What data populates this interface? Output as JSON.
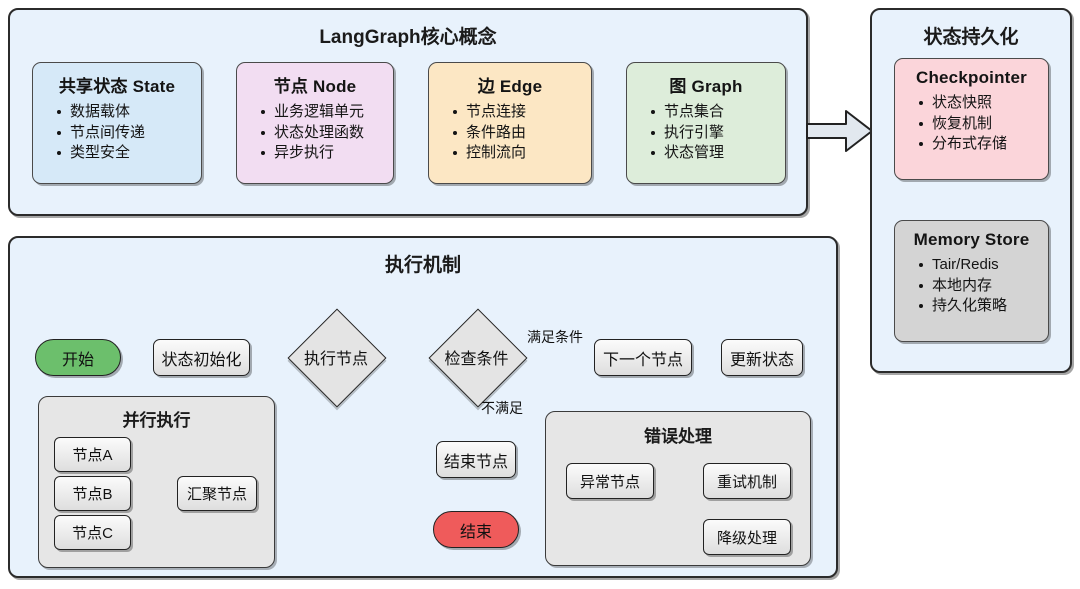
{
  "core_panel": {
    "title": "LangGraph核心概念",
    "cards": [
      {
        "title": "共享状态 State",
        "items": [
          "数据载体",
          "节点间传递",
          "类型安全"
        ]
      },
      {
        "title": "节点 Node",
        "items": [
          "业务逻辑单元",
          "状态处理函数",
          "异步执行"
        ]
      },
      {
        "title": "边 Edge",
        "items": [
          "节点连接",
          "条件路由",
          "控制流向"
        ]
      },
      {
        "title": "图 Graph",
        "items": [
          "节点集合",
          "执行引擎",
          "状态管理"
        ]
      }
    ]
  },
  "persistence_panel": {
    "title": "状态持久化",
    "cards": [
      {
        "title": "Checkpointer",
        "items": [
          "状态快照",
          "恢复机制",
          "分布式存储"
        ]
      },
      {
        "title": "Memory Store",
        "items": [
          "Tair/Redis",
          "本地内存",
          "持久化策略"
        ]
      }
    ]
  },
  "execution_panel": {
    "title": "执行机制",
    "nodes": {
      "start": "开始",
      "init": "状态初始化",
      "exec_node": "执行节点",
      "check_cond": "检查条件",
      "next_node": "下一个节点",
      "update_state": "更新状态",
      "end_node": "结束节点",
      "end": "结束"
    },
    "edge_labels": {
      "satisfied": "满足条件",
      "unsatisfied": "不满足"
    },
    "parallel": {
      "title": "并行执行",
      "branches": [
        "节点A",
        "节点B",
        "节点C"
      ],
      "join": "汇聚节点"
    },
    "error": {
      "title": "错误处理",
      "nodes": [
        "异常节点",
        "重试机制",
        "降级处理"
      ]
    }
  },
  "colors": {
    "panel_bg": "#e8f2fc",
    "state": "#d6e9f8",
    "node": "#f2ddf2",
    "edge": "#fce7c4",
    "graph": "#ddedda",
    "checkpointer": "#fbd5da",
    "memory": "#d4d4d4",
    "start": "#6cbf6c",
    "end": "#ef5b5b",
    "stroke": "#222222"
  }
}
